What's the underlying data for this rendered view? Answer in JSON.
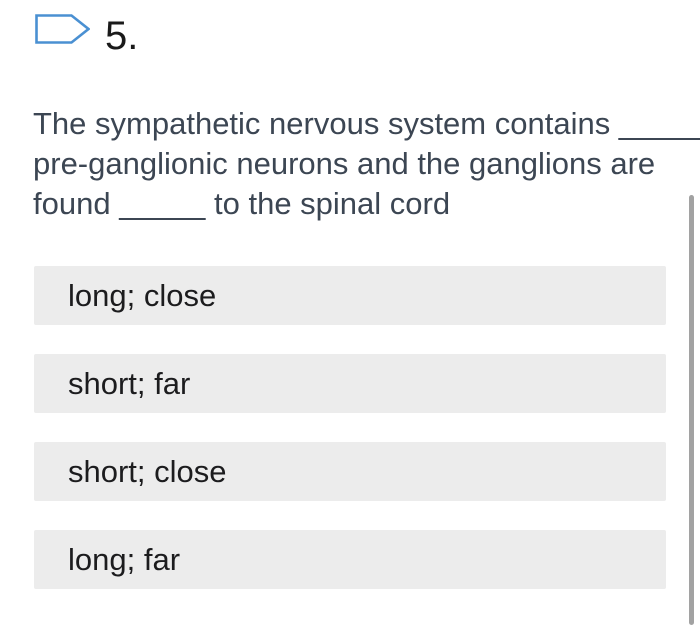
{
  "page": {
    "background_color": "#ffffff"
  },
  "header": {
    "number_label": "5.",
    "flag_color": "#4a90d2"
  },
  "question": {
    "text": "The sympathetic nervous system contains _____ pre-ganglionic neurons and the ganglions are found _____ to the spinal cord",
    "lines": [
      "The sympathetic nervous system contains _____",
      "pre-ganglionic neurons and the ganglions are",
      "found _____ to the spinal cord"
    ],
    "text_color": "#3c4653"
  },
  "options": {
    "items": [
      {
        "label": "long; close"
      },
      {
        "label": "short; far"
      },
      {
        "label": "short; close"
      },
      {
        "label": "long; far"
      }
    ],
    "background_color": "#ececec",
    "text_color": "#1c1c1e"
  },
  "scrollbar": {
    "color": "#a2a2a2"
  }
}
